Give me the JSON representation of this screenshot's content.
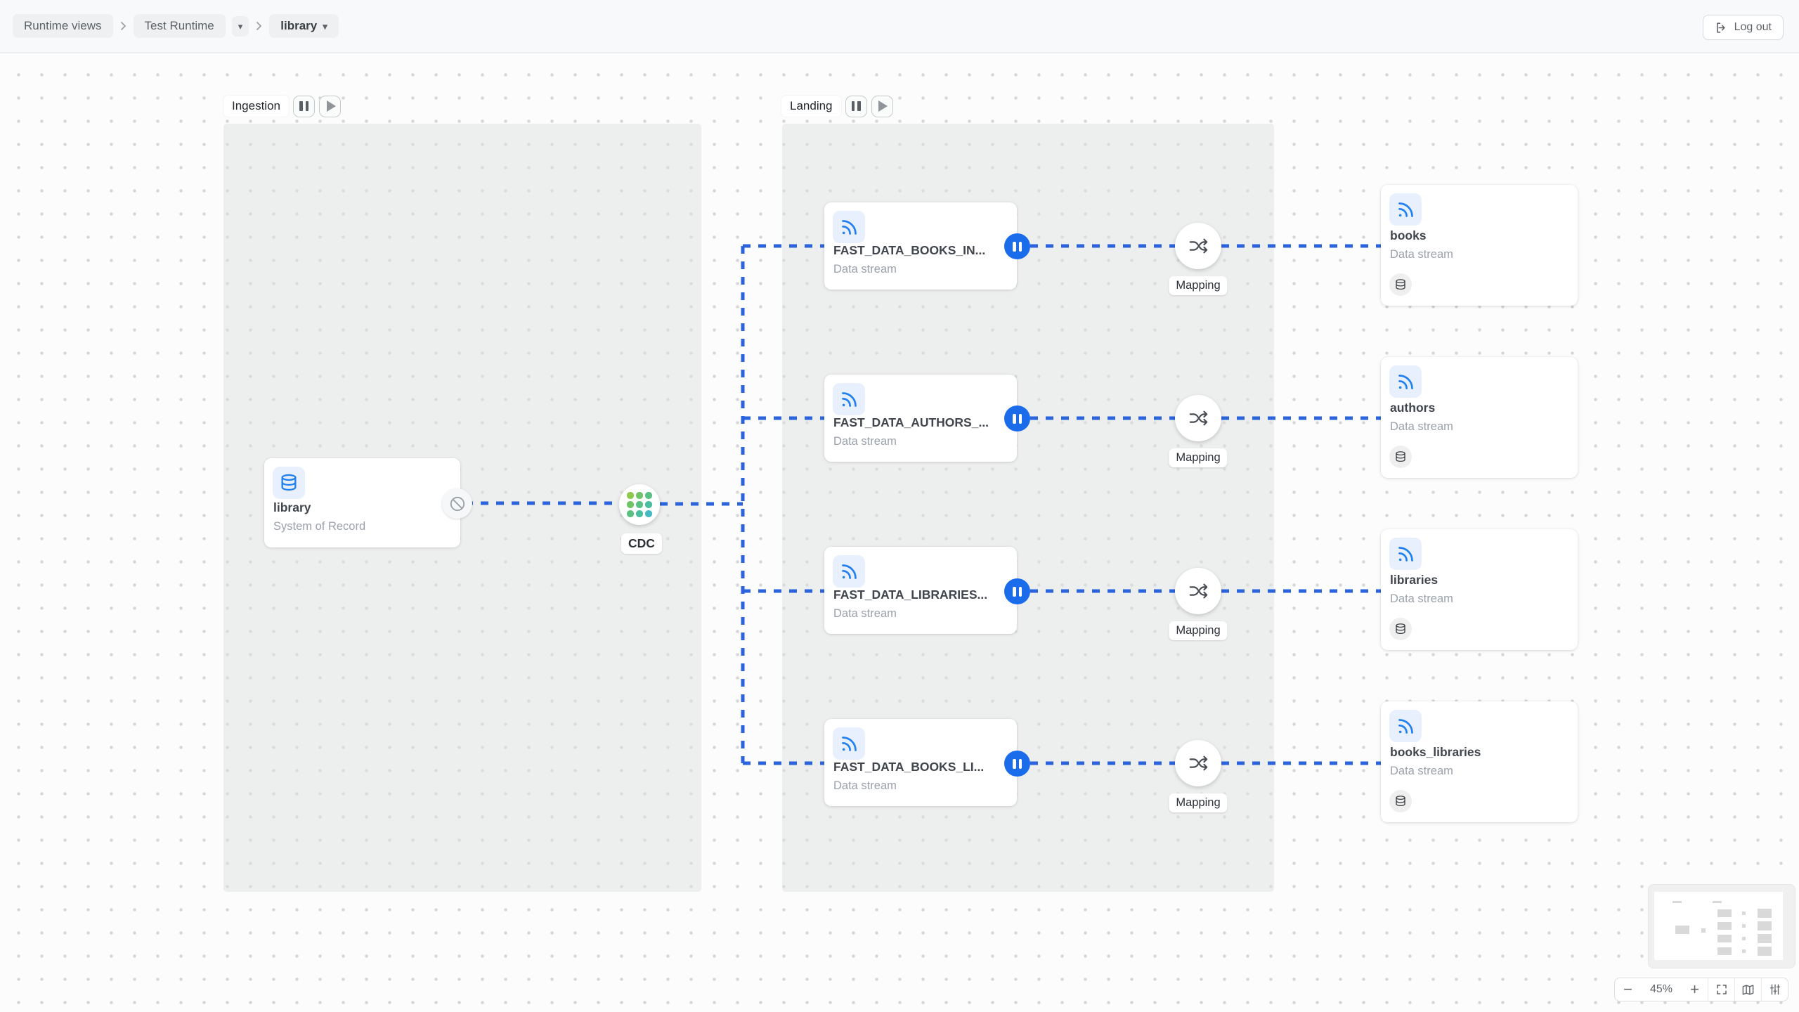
{
  "header": {
    "breadcrumb": {
      "root": "Runtime views",
      "runtime": "Test Runtime",
      "view": "library"
    },
    "logout_label": "Log out"
  },
  "groups": {
    "ingestion": {
      "label": "Ingestion"
    },
    "landing": {
      "label": "Landing"
    }
  },
  "nodes": {
    "source": {
      "title": "library",
      "subtitle": "System of Record",
      "icon": "database-icon"
    },
    "cdc": {
      "label": "CDC",
      "icon": "cdc-grid-icon"
    },
    "streams": [
      {
        "title": "FAST_DATA_BOOKS_IN...",
        "subtitle": "Data stream",
        "icon": "stream-rss-icon",
        "state": "paused"
      },
      {
        "title": "FAST_DATA_AUTHORS_...",
        "subtitle": "Data stream",
        "icon": "stream-rss-icon",
        "state": "paused"
      },
      {
        "title": "FAST_DATA_LIBRARIES...",
        "subtitle": "Data stream",
        "icon": "stream-rss-icon",
        "state": "paused"
      },
      {
        "title": "FAST_DATA_BOOKS_LI...",
        "subtitle": "Data stream",
        "icon": "stream-rss-icon",
        "state": "paused"
      }
    ],
    "mapping_label": "Mapping",
    "outputs": [
      {
        "title": "books",
        "subtitle": "Data stream",
        "icon": "stream-rss-icon",
        "badge": "database-icon"
      },
      {
        "title": "authors",
        "subtitle": "Data stream",
        "icon": "stream-rss-icon",
        "badge": "database-icon"
      },
      {
        "title": "libraries",
        "subtitle": "Data stream",
        "icon": "stream-rss-icon",
        "badge": "database-icon"
      },
      {
        "title": "books_libraries",
        "subtitle": "Data stream",
        "icon": "stream-rss-icon",
        "badge": "database-icon"
      }
    ]
  },
  "controls": {
    "zoom_out": "−",
    "zoom_level": "45%",
    "zoom_in": "+"
  },
  "colors": {
    "edge_blue": "#2a63dc",
    "badge_blue": "#1b6ceb",
    "icon_blue": "#2080f0",
    "icon_tile_bg": "#e9f0fd",
    "panel_gray": "#e8e8e9",
    "cdc_green": "#8ec94e",
    "cdc_teal": "#3fbcbc"
  }
}
